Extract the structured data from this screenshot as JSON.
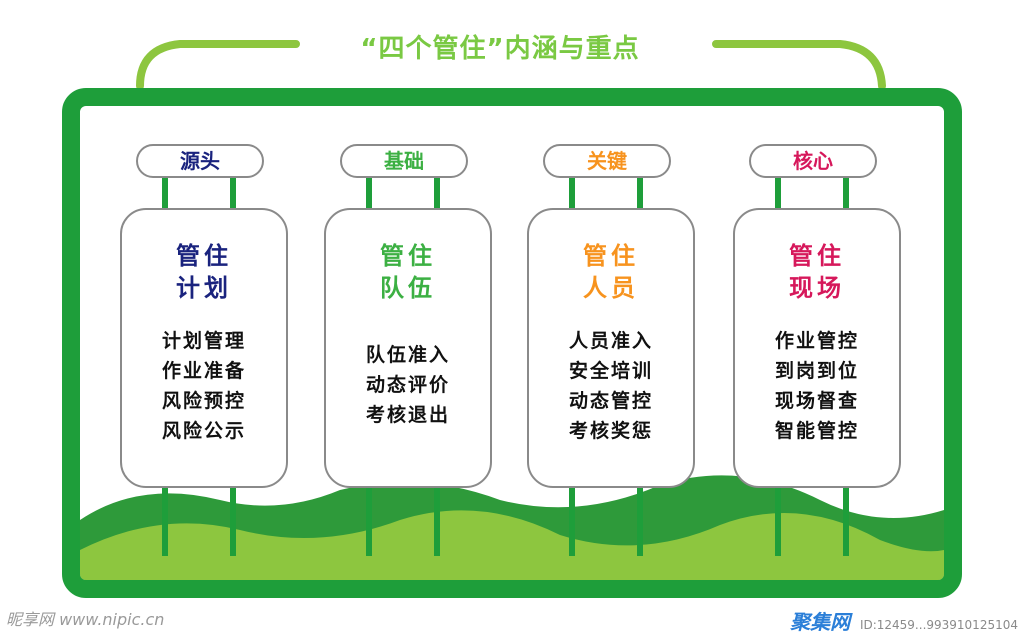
{
  "title": "“四个管住”内涵与重点",
  "colors": {
    "frame": "#1e9e3a",
    "title": "#7ac943",
    "hill_light": "#8dc63f",
    "hill_dark": "#2e9a3a"
  },
  "panels": [
    {
      "tag": "源头",
      "color": "#1a237e",
      "title1": "管住",
      "title2": "计划",
      "items": [
        "计划管理",
        "作业准备",
        "风险预控",
        "风险公示"
      ]
    },
    {
      "tag": "基础",
      "color": "#3cb043",
      "title1": "管住",
      "title2": "队伍",
      "items": [
        "队伍准入",
        "动态评价",
        "考核退出"
      ]
    },
    {
      "tag": "关键",
      "color": "#f7931e",
      "title1": "管住",
      "title2": "人员",
      "items": [
        "人员准入",
        "安全培训",
        "动态管控",
        "考核奖惩"
      ]
    },
    {
      "tag": "核心",
      "color": "#d6185b",
      "title1": "管住",
      "title2": "现场",
      "items": [
        "作业管控",
        "到岗到位",
        "现场督查",
        "智能管控"
      ]
    }
  ],
  "watermark": {
    "left": "昵享网 www.nipic.cn",
    "right_logo": "聚集网",
    "right_id": "ID:12459...993910125104"
  }
}
